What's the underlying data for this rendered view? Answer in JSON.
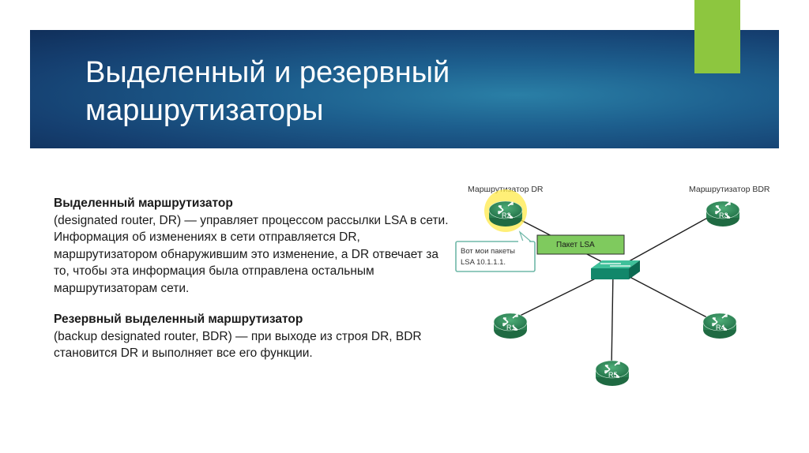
{
  "slide": {
    "title_line1": "Выделенный и резервный",
    "title_line2": "маршрутизаторы",
    "dr_heading": "Выделенный маршрутизатор",
    "dr_body": "(designated router, DR) — управляет процессом рассылки LSA в сети. Информация об изменениях в сети отправляется DR, маршрутизатором обнаружившим это изменение, а DR отвечает за то, чтобы эта информация была отправлена остальным маршрутизаторам сети.",
    "bdr_heading": "Резервный выделенный маршрутизатор",
    "bdr_body": "(backup designated router, BDR) — при выходе из строя DR, BDR становится DR и выполняет все его функции."
  },
  "diagram": {
    "label_dr": "Маршрутизатор DR",
    "label_bdr": "Маршрутизатор BDR",
    "packet_label": "Пакет LSA",
    "callout_line1": "Вот мои пакеты",
    "callout_line2": "LSA 10.1.1.1.",
    "routers": [
      "R2",
      "R3",
      "R1",
      "R4",
      "R5"
    ],
    "colors": {
      "router": "#2e8a57",
      "switch": "#1a9a7a",
      "highlight": "#ffe600",
      "packet": "#8fd16a"
    }
  }
}
